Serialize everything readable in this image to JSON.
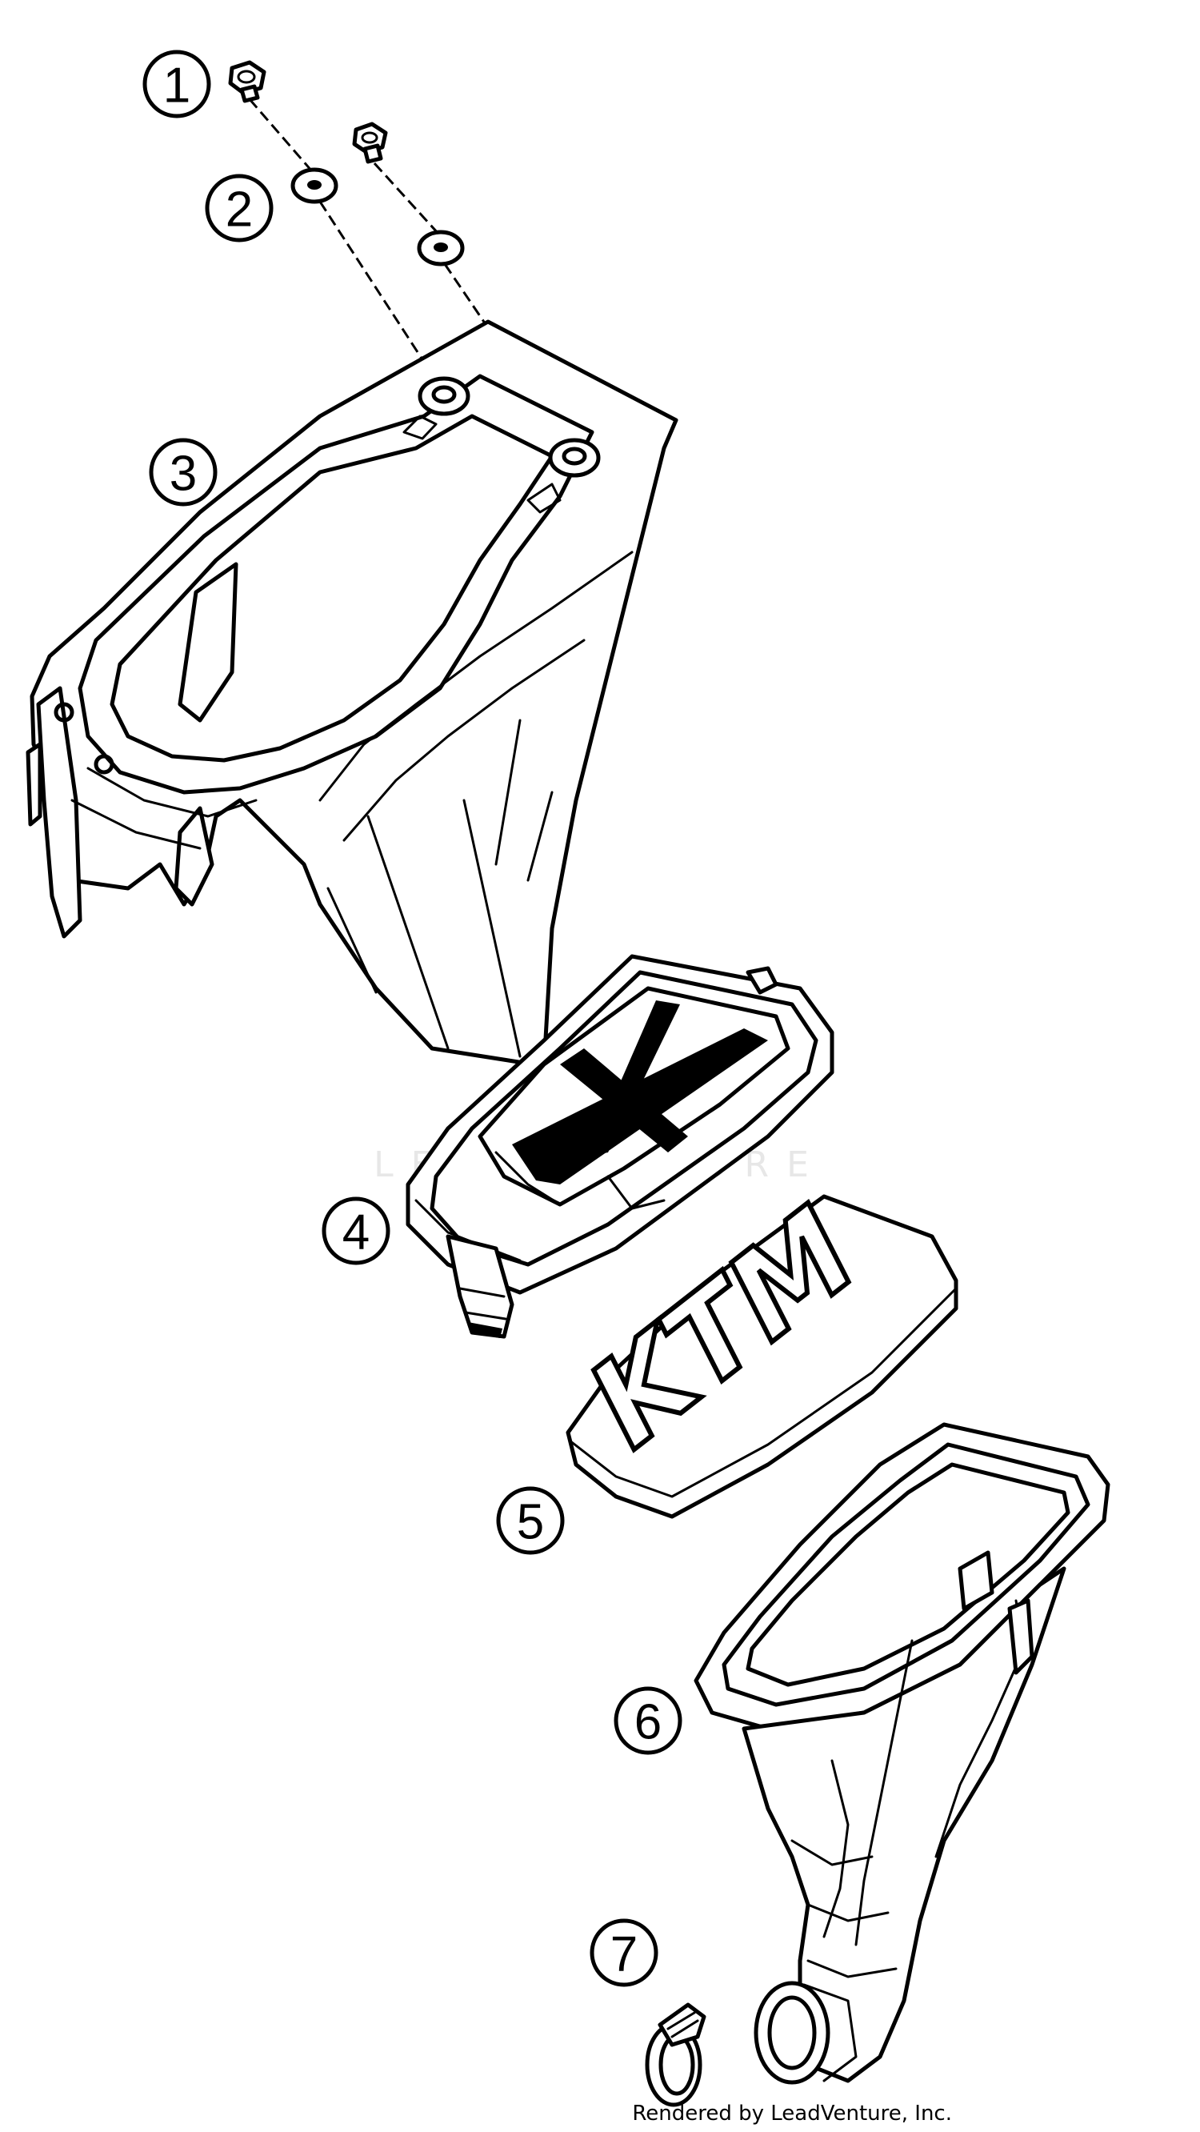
{
  "callouts": [
    "1",
    "2",
    "3",
    "4",
    "5",
    "6",
    "7"
  ],
  "logo_text": "KTM",
  "watermark_text": "LEADVENTURE",
  "credit": "Rendered by LeadVenture, Inc."
}
